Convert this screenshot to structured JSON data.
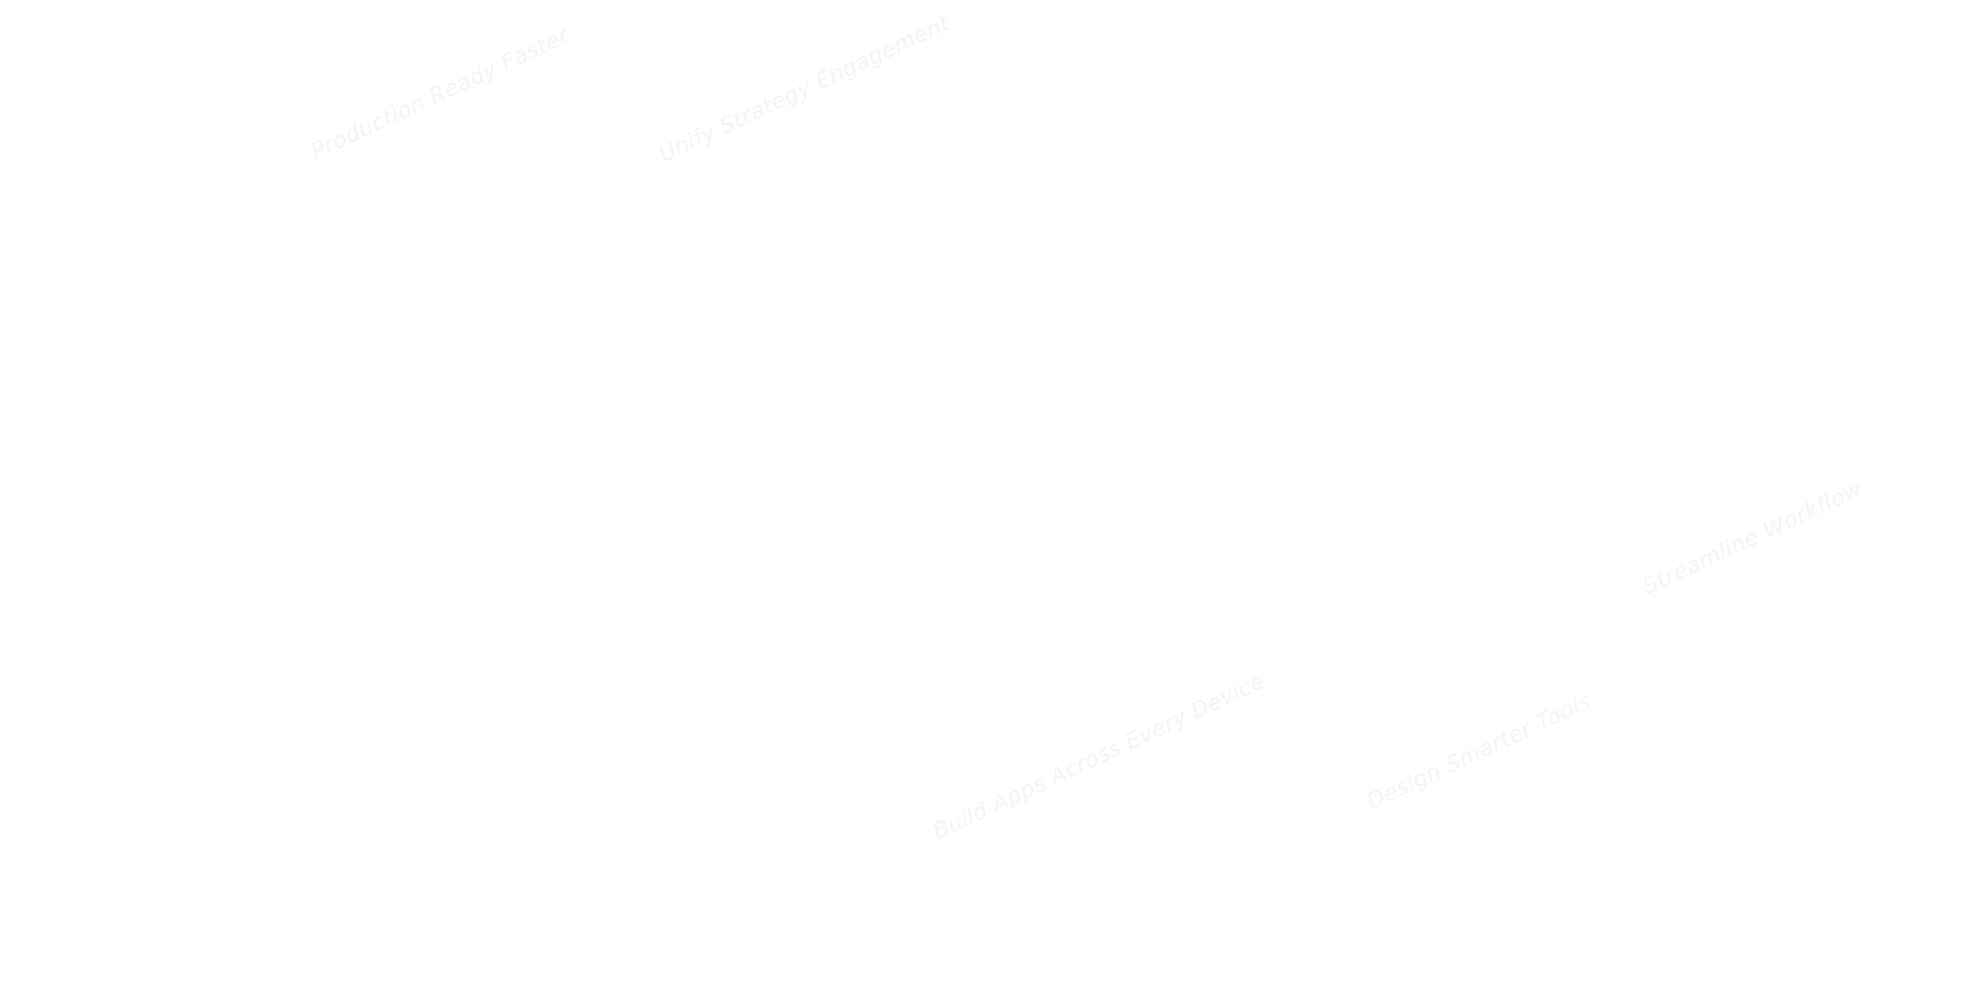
{
  "watermarks": [
    "Production Ready Faster",
    "Unify Strategy Engagement",
    "Build Apps Across Every Device",
    "Design Smarter Tools",
    "Streamline Workflow"
  ],
  "colors": {
    "background": "#ffffff",
    "watermark": "#f4f4f4"
  }
}
